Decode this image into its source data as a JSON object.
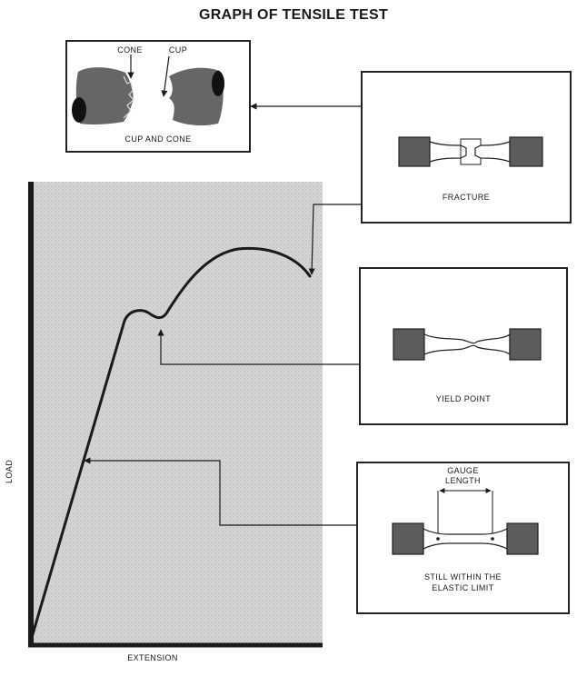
{
  "title": "GRAPH OF TENSILE TEST",
  "axes": {
    "x_label": "EXTENSION",
    "y_label": "LOAD"
  },
  "cup_and_cone": {
    "caption": "CUP AND CONE",
    "cone_label": "CONE",
    "cup_label": "CUP"
  },
  "stages": {
    "fracture": {
      "caption": "FRACTURE"
    },
    "yield_point": {
      "caption": "YIELD POINT"
    },
    "elastic": {
      "caption_line1": "STILL WITHIN THE",
      "caption_line2": "ELASTIC LIMIT",
      "gauge_line1": "GAUGE",
      "gauge_line2": "LENGTH"
    }
  },
  "colors": {
    "graph_fill": "#d4d4d4",
    "ink": "#1a1a1a",
    "specimen_end": "#5c5c5c"
  }
}
